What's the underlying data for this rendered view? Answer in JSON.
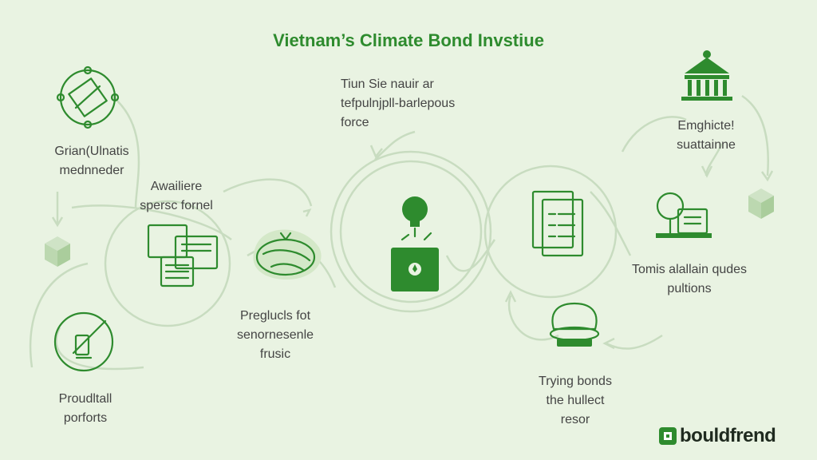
{
  "title": "Vietnam’s Climate Bond Invstiue",
  "brand": {
    "name": "bouldfrend",
    "accent": "#2e8b2e"
  },
  "colors": {
    "background": "#e9f3e2",
    "accent": "#2e8b2e",
    "flow": "#c8dcc0"
  },
  "nodes": {
    "top_left": {
      "icon": "compass-chart-icon",
      "lines": [
        "Grian(Ulnatis",
        "mednneder"
      ]
    },
    "left_mid": {
      "icon": "document-window-icon",
      "lines": [
        "Awailiere",
        "spersc fornel"
      ]
    },
    "center_top": {
      "icon": "",
      "lines": [
        "Tiun Sie nauir ar",
        "tefpulnjpll-barlepous",
        "force"
      ]
    },
    "center_low": {
      "icon": "globe-leaf-icon",
      "lines": [
        "Preglucls fot",
        "senornesenle",
        "frusic"
      ]
    },
    "center": {
      "icon": "lightbulb-plant-box-icon",
      "lines": []
    },
    "center_right": {
      "icon": "clipboard-checklist-icon",
      "lines": []
    },
    "top_right": {
      "icon": "government-building-icon",
      "lines": [
        "Emghicte!",
        "suattainne"
      ]
    },
    "right_mid": {
      "icon": "tree-ledger-icon",
      "lines": [
        "Tomis alallain qudes",
        "pultions"
      ]
    },
    "bottom_right": {
      "icon": "tree-pot-icon",
      "lines": [
        "Trying bonds",
        "the hullect",
        "resor"
      ]
    },
    "bottom_left": {
      "icon": "pen-badge-icon",
      "lines": [
        "Proudltall",
        "porforts"
      ]
    }
  }
}
